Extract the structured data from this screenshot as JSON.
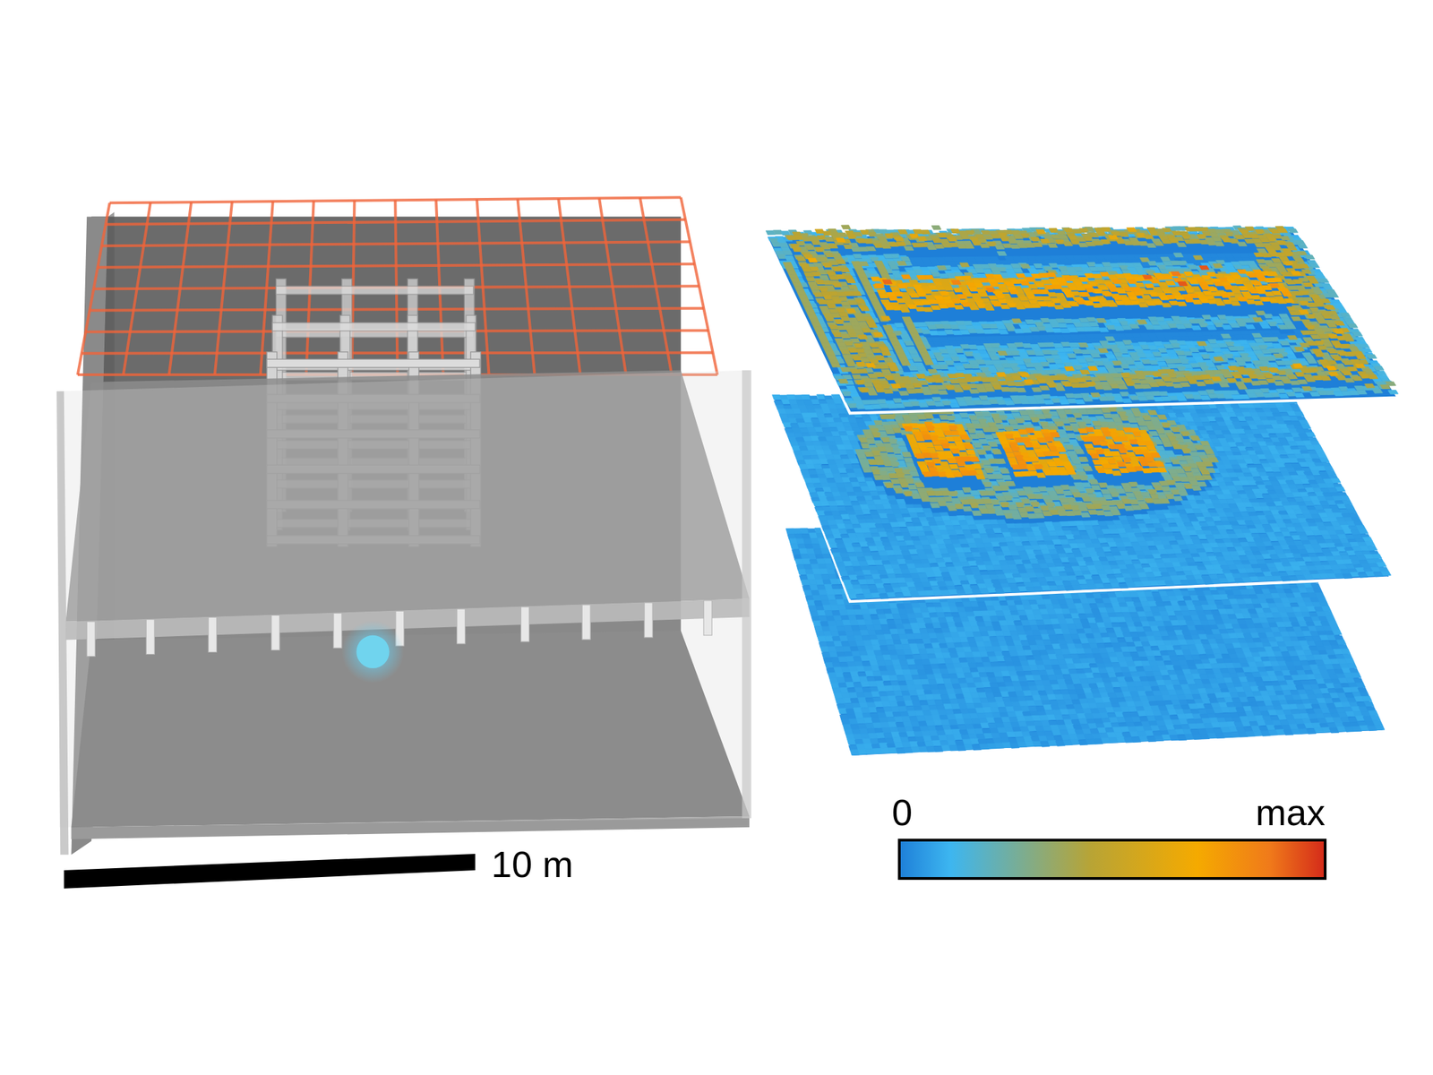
{
  "diagram": {
    "labels": [
      "10 m",
      "0",
      "max"
    ]
  }
}
